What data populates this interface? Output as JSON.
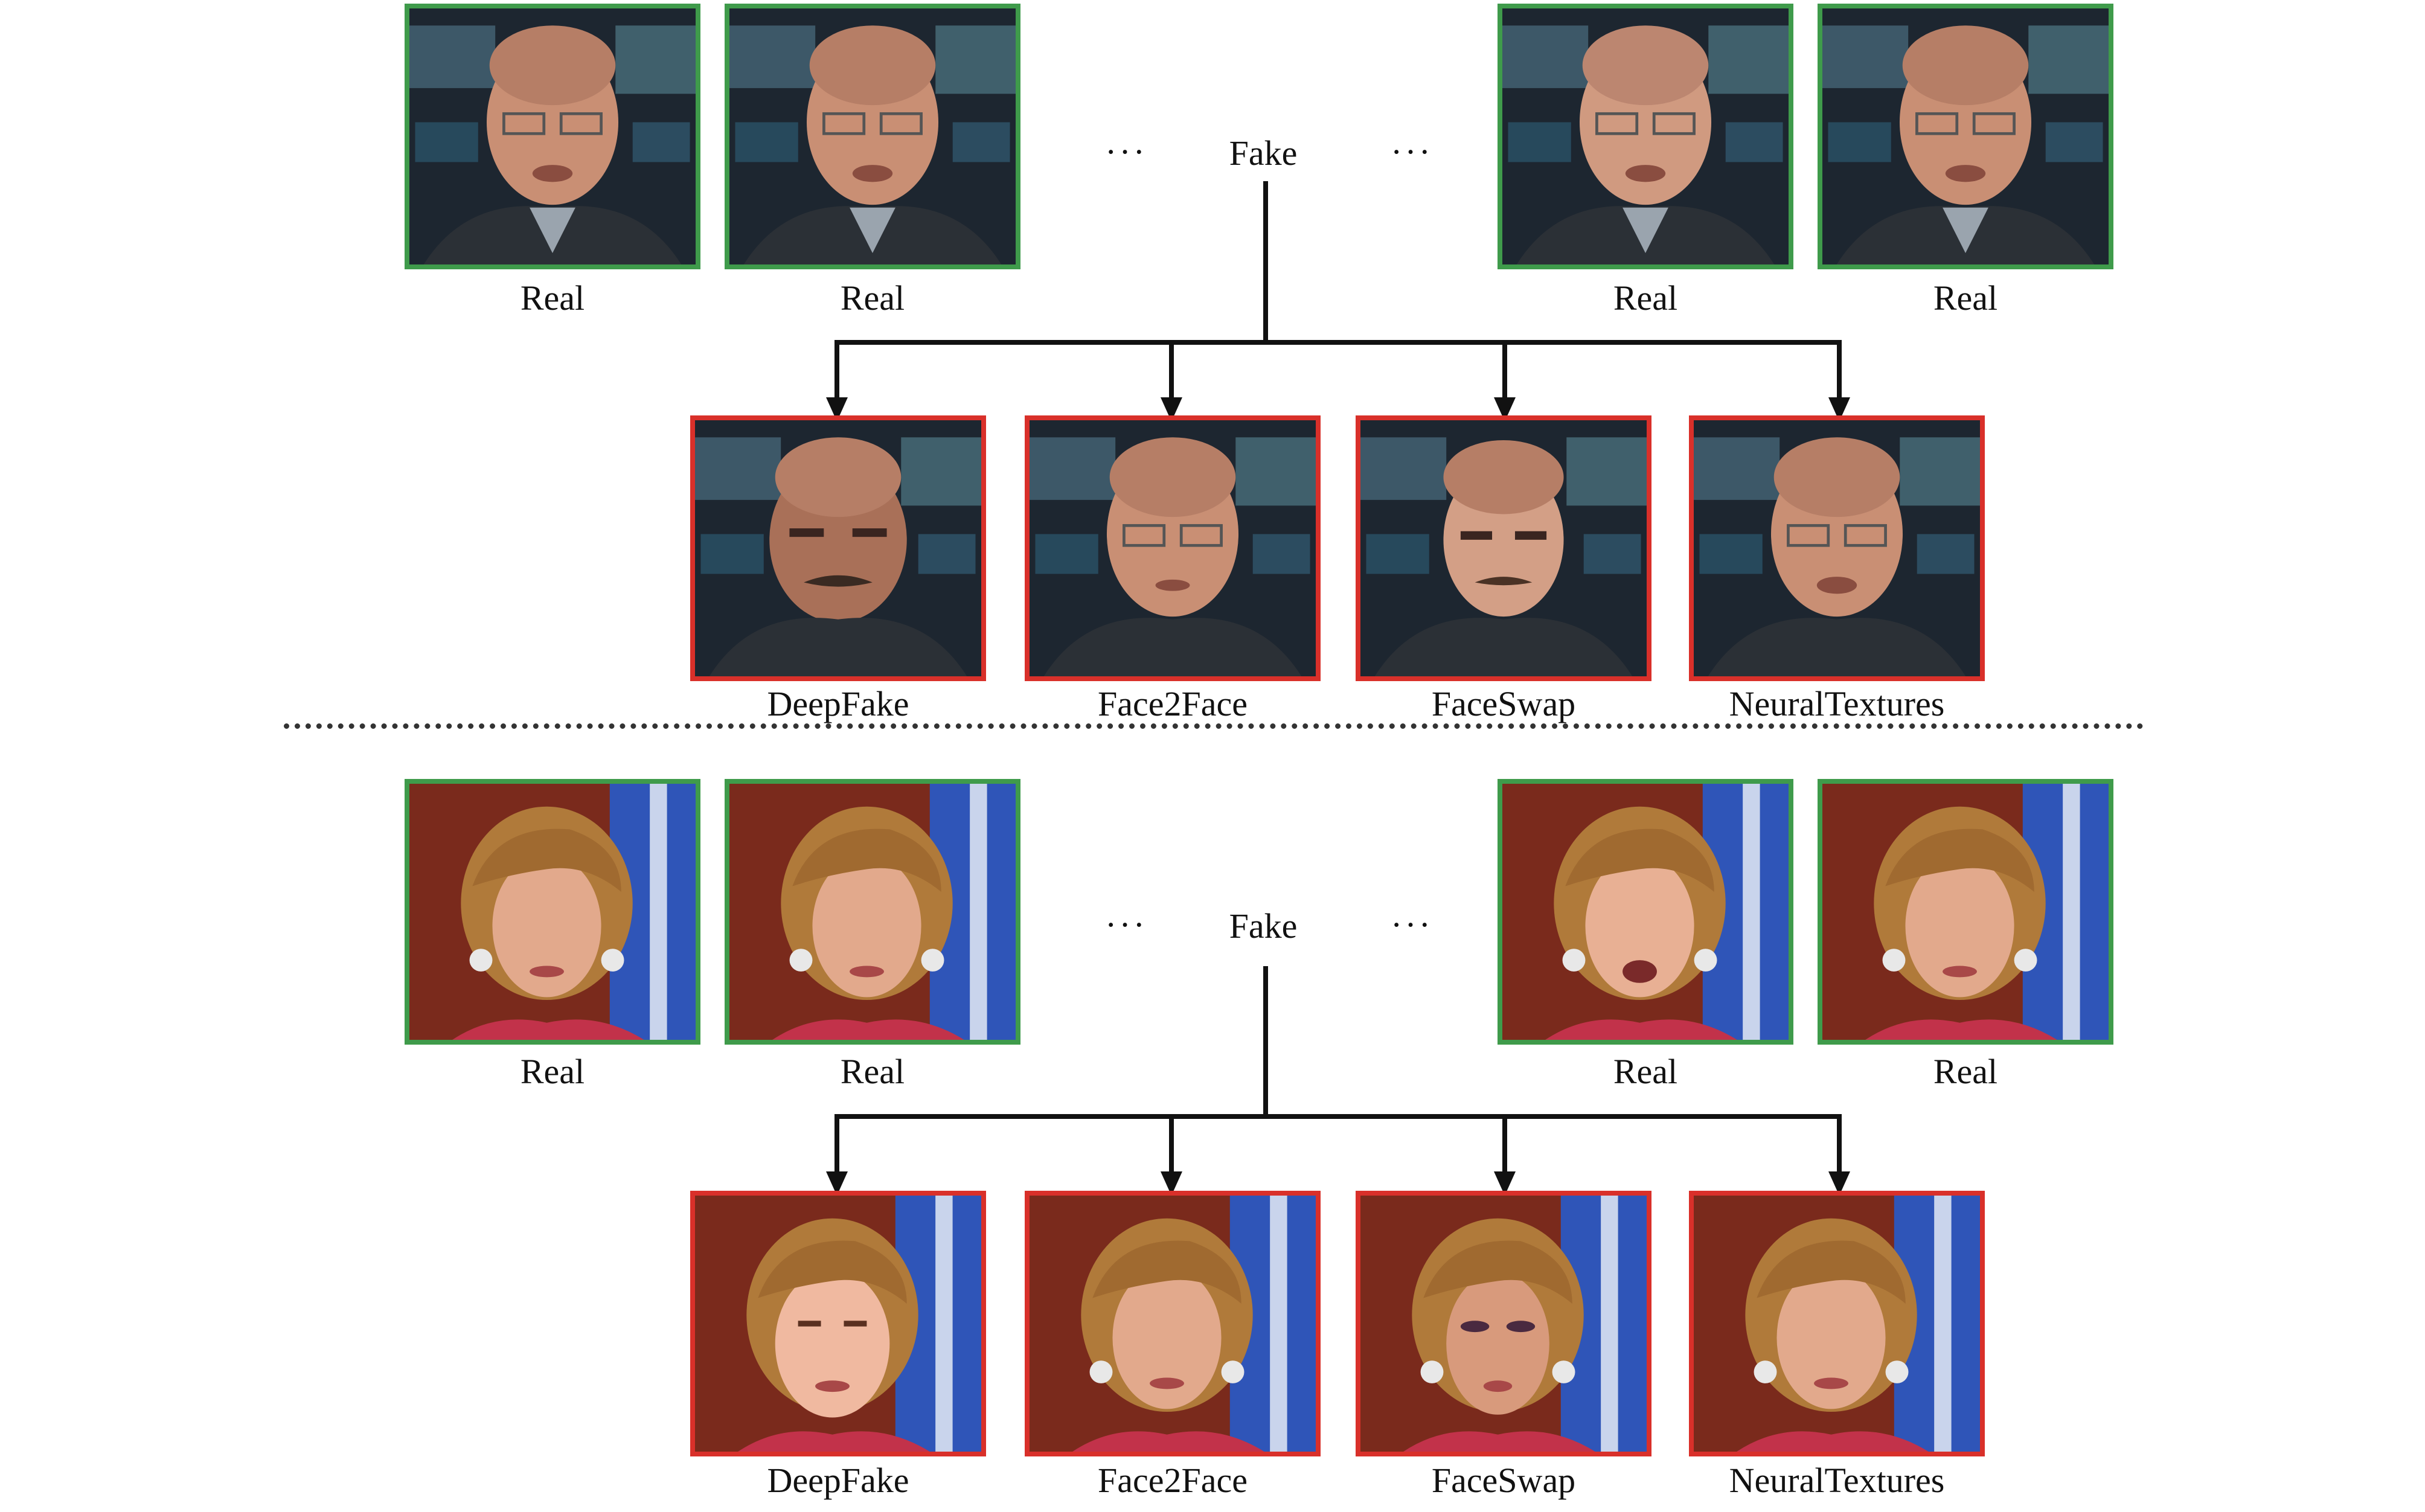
{
  "separator": "···",
  "groups": [
    {
      "center_label": "Fake",
      "real_labels": [
        "Real",
        "Real",
        "Real",
        "Real"
      ],
      "fake_labels": [
        "DeepFake",
        "Face2Face",
        "FaceSwap",
        "NeuralTextures"
      ]
    },
    {
      "center_label": "Fake",
      "real_labels": [
        "Real",
        "Real",
        "Real",
        "Real"
      ],
      "fake_labels": [
        "DeepFake",
        "Face2Face",
        "FaceSwap",
        "NeuralTextures"
      ]
    }
  ],
  "colors": {
    "real_border": "#3f9b4b",
    "fake_border": "#d9302a",
    "connector": "#111111"
  }
}
